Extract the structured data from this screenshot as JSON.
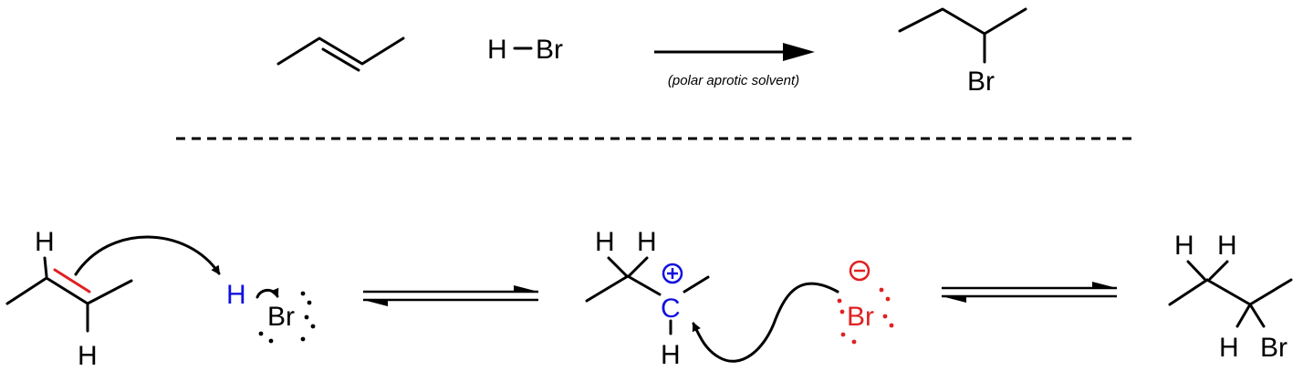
{
  "overall_reaction": {
    "reagent_h": "H",
    "reagent_br": "Br",
    "conditions": "(polar aprotic solvent)",
    "product_br": "Br"
  },
  "mechanism": {
    "alkene_h_top": "H",
    "alkene_h_bottom": "H",
    "hbr_h": "H",
    "hbr_br": "Br",
    "cation_h_left": "H",
    "cation_h_right": "H",
    "cation_c": "C",
    "cation_h_bottom": "H",
    "bromide_br": "Br",
    "product_h_left": "H",
    "product_h_right": "H",
    "product_h_bottom": "H",
    "product_br": "Br"
  },
  "colors": {
    "black": "#000000",
    "pi_bond": "#e02020",
    "electrophile": "#1010e0",
    "nucleophile": "#e02020"
  }
}
